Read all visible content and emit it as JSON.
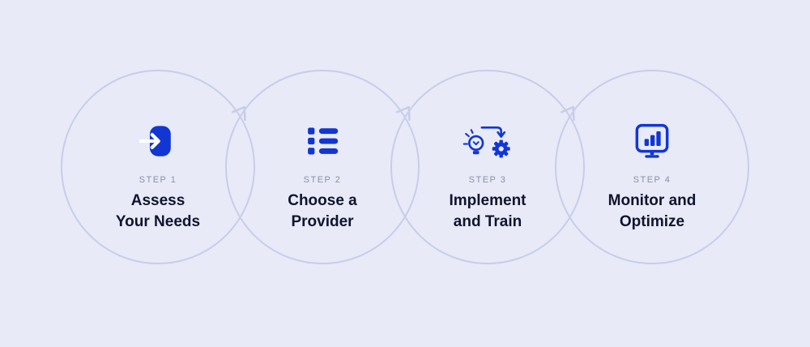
{
  "diagram": {
    "type": "process-flow",
    "background_color": "#E8EAF8",
    "circle_stroke_color": "#C8CDE9",
    "accent_color": "#1236D2",
    "label_color": "#8B90A6",
    "title_color": "#10142E",
    "steps": [
      {
        "label": "STEP 1",
        "title_line1": "Assess",
        "title_line2": "Your Needs",
        "icon": "sign-in-icon"
      },
      {
        "label": "STEP 2",
        "title_line1": "Choose a",
        "title_line2": "Provider",
        "icon": "list-icon"
      },
      {
        "label": "STEP 3",
        "title_line1": "Implement",
        "title_line2": "and Train",
        "icon": "bulb-gear-icon"
      },
      {
        "label": "STEP 4",
        "title_line1": "Monitor and",
        "title_line2": "Optimize",
        "icon": "monitor-chart-icon"
      }
    ]
  }
}
